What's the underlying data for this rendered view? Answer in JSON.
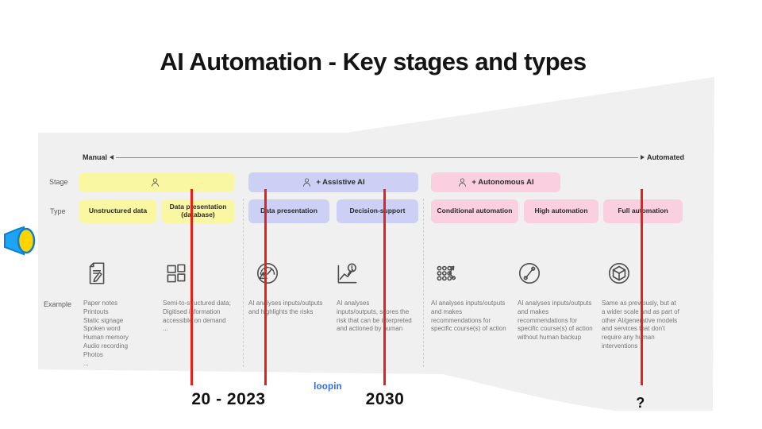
{
  "title": "AI Automation - Key stages and types",
  "axis": {
    "left": "Manual",
    "right": "Automated"
  },
  "rows": {
    "stage": "Stage",
    "type": "Type",
    "example": "Example"
  },
  "stages": [
    {
      "label": "",
      "icon": "person-icon",
      "color": "#FAF7A3"
    },
    {
      "label": "+ Assistive AI",
      "icon": "person-icon",
      "color": "#CBD0F4"
    },
    {
      "label": "+ Autonomous AI",
      "icon": "person-icon",
      "color": "#FAD0E1"
    }
  ],
  "types": [
    {
      "label": "Unstructured data",
      "group": "manual"
    },
    {
      "label": "Data presentation (database)",
      "group": "manual"
    },
    {
      "label": "Data presentation",
      "group": "assistive"
    },
    {
      "label": "Decision-support",
      "group": "assistive"
    },
    {
      "label": "Conditional automation",
      "group": "autonomous"
    },
    {
      "label": "High automation",
      "group": "autonomous"
    },
    {
      "label": "Full automation",
      "group": "autonomous"
    }
  ],
  "examples": [
    {
      "icon": "document-edit-icon",
      "text": "Paper notes\nPrintouts\nStatic signage\nSpoken word\nHuman memory\nAudio recording\nPhotos\n..."
    },
    {
      "icon": "grid-icon",
      "text": "Semi-to-structured data;\nDigitised information\naccessible on demand\n..."
    },
    {
      "icon": "risk-gauge-icon",
      "text": "AI analyses inputs/outputs and highlights the risks"
    },
    {
      "icon": "chart-magnifier-icon",
      "text": "AI analyses inputs/outputs, scores the risk that can be interpreted and actioned by human"
    },
    {
      "icon": "pattern-dots-icon",
      "text": "AI analyses inputs/outputs and makes recommendations for specific course(s) of action"
    },
    {
      "icon": "connection-icon",
      "text": "AI analyses inputs/outputs and makes recommendations for specific course(s) of action without human backup"
    },
    {
      "icon": "cube-icon",
      "text": "Same as previously, but at a wider scale and as part of other AI/generative models and services that don't require any human interventions"
    }
  ],
  "timeline": {
    "marker1": "20 - 2023",
    "marker2": "2030",
    "marker3": "?",
    "logo": "loopin"
  },
  "colors": {
    "manual_yellow": "#FAF7A3",
    "assistive_lavender": "#CBD0F4",
    "autonomous_pink": "#FAD0E1",
    "marker_line_red": "#E82017",
    "logo_blue": "#2E6BF0",
    "canvas_gray": "#F0F0F0"
  }
}
